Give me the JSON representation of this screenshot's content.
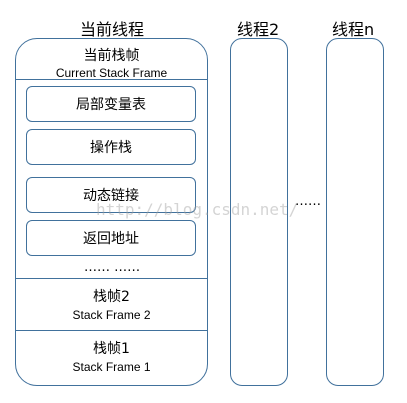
{
  "colors": {
    "border": "#41719c",
    "text": "#000000",
    "watermark": "#a0a0a0"
  },
  "thread_current": {
    "title": "当前线程",
    "current_frame": {
      "title_cn": "当前栈帧",
      "title_en": "Current Stack Frame",
      "items": [
        {
          "label": "局部变量表"
        },
        {
          "label": "操作栈"
        },
        {
          "label": "动态链接"
        },
        {
          "label": "返回地址"
        }
      ],
      "ellipsis": "…… ……"
    },
    "frame2": {
      "title_cn": "栈帧2",
      "title_en": "Stack Frame 2"
    },
    "frame1": {
      "title_cn": "栈帧1",
      "title_en": "Stack Frame 1"
    }
  },
  "thread2": {
    "title": "线程2"
  },
  "threadn": {
    "title": "线程n"
  },
  "between_threads_ellipsis": "……",
  "watermark": "http://blog.csdn.net/"
}
